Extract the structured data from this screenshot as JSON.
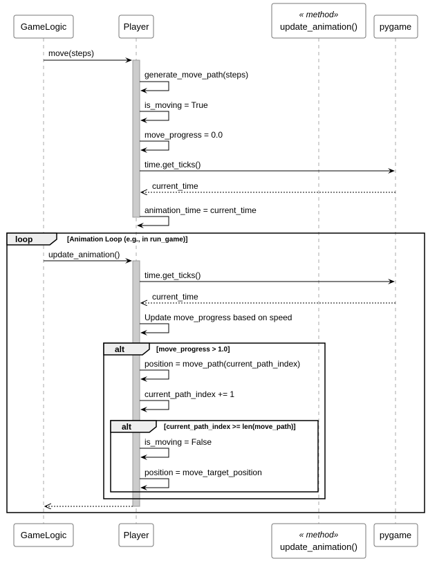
{
  "participants": {
    "gamelogic": "GameLogic",
    "player": "Player",
    "update_animation": "update_animation()",
    "update_animation_stereotype": "« method»",
    "pygame": "pygame"
  },
  "messages": {
    "m1": "move(steps)",
    "m2": "generate_move_path(steps)",
    "m3": "is_moving = True",
    "m4": "move_progress = 0.0",
    "m5": "time.get_ticks()",
    "m6": "current_time",
    "m7": "animation_time = current_time",
    "m8": "update_animation()",
    "m9": "time.get_ticks()",
    "m10": "current_time",
    "m11": "Update move_progress based on speed",
    "m12": "position = move_path(current_path_index)",
    "m13": "current_path_index += 1",
    "m14": "is_moving = False",
    "m15": "position = move_target_position"
  },
  "fragments": {
    "loop_kw": "loop",
    "loop_guard": "[Animation Loop (e.g., in run_game)]",
    "alt1_kw": "alt",
    "alt1_guard": "[move_progress > 1.0]",
    "alt2_kw": "alt",
    "alt2_guard": "[current_path_index >= len(move_path)]"
  }
}
